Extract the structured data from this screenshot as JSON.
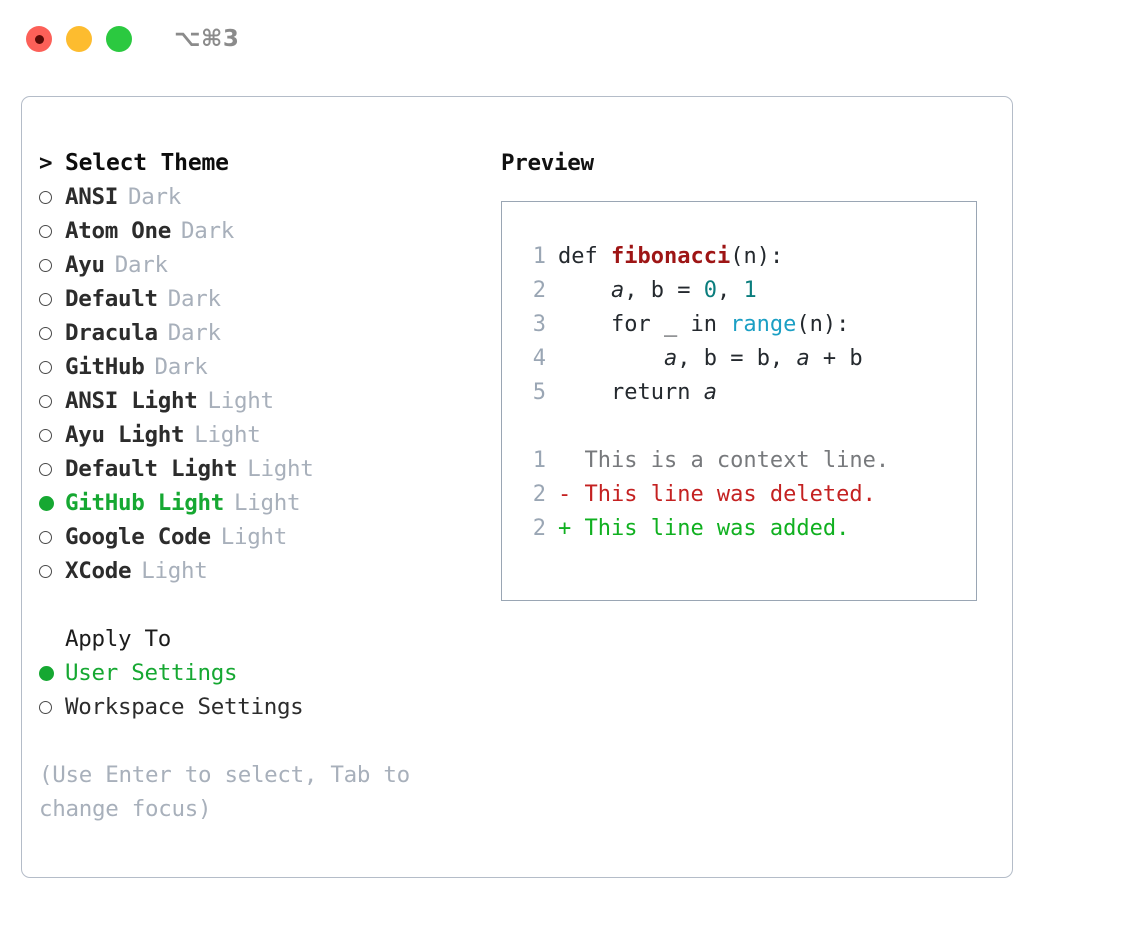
{
  "window": {
    "shortcut_label": "⌥⌘3",
    "traffic_lights": [
      {
        "name": "close",
        "color": "#fc6058"
      },
      {
        "name": "minimize",
        "color": "#fdbc2f"
      },
      {
        "name": "maximize",
        "color": "#2bc940"
      }
    ]
  },
  "colors": {
    "accent_green": "#16a832",
    "muted": "#a8b0bb",
    "border": "#b4bcc8",
    "preview_border": "#9aa6b4",
    "diff_add": "#10b020",
    "diff_del": "#c42121",
    "diff_ctx": "#77797c",
    "syntax_function": "#9e1515",
    "syntax_number": "#0a7d7d",
    "syntax_builtin": "#1b9fc4",
    "lineno": "#9aa6b4"
  },
  "theme_list": {
    "header": "Select Theme",
    "caret": ">",
    "items": [
      {
        "name": "ANSI",
        "kind": "Dark",
        "selected": false,
        "bullet": "○"
      },
      {
        "name": "Atom One",
        "kind": "Dark",
        "selected": false,
        "bullet": "○"
      },
      {
        "name": "Ayu",
        "kind": "Dark",
        "selected": false,
        "bullet": "○"
      },
      {
        "name": "Default",
        "kind": "Dark",
        "selected": false,
        "bullet": "○"
      },
      {
        "name": "Dracula",
        "kind": "Dark",
        "selected": false,
        "bullet": "○"
      },
      {
        "name": "GitHub",
        "kind": "Dark",
        "selected": false,
        "bullet": "○"
      },
      {
        "name": "ANSI Light",
        "kind": "Light",
        "selected": false,
        "bullet": "○"
      },
      {
        "name": "Ayu Light",
        "kind": "Light",
        "selected": false,
        "bullet": "○"
      },
      {
        "name": "Default Light",
        "kind": "Light",
        "selected": false,
        "bullet": "○"
      },
      {
        "name": "GitHub Light",
        "kind": "Light",
        "selected": true,
        "bullet": "●"
      },
      {
        "name": "Google Code",
        "kind": "Light",
        "selected": false,
        "bullet": "○"
      },
      {
        "name": "XCode",
        "kind": "Light",
        "selected": false,
        "bullet": "○"
      }
    ]
  },
  "apply_to": {
    "heading": "Apply To",
    "options": [
      {
        "label": "User Settings",
        "selected": true,
        "bullet": "●"
      },
      {
        "label": "Workspace Settings",
        "selected": false,
        "bullet": "○"
      }
    ]
  },
  "hint": "(Use Enter to select, Tab to change focus)",
  "preview": {
    "title": "Preview",
    "code_lines": [
      {
        "lineno": "1",
        "tokens": [
          {
            "text": "def ",
            "type": "kw"
          },
          {
            "text": "fibonacci",
            "type": "fn"
          },
          {
            "text": "(n):",
            "type": "punc"
          }
        ]
      },
      {
        "lineno": "2",
        "tokens": [
          {
            "text": "    ",
            "type": "punc"
          },
          {
            "text": "a",
            "type": "var"
          },
          {
            "text": ", ",
            "type": "punc"
          },
          {
            "text": "b",
            "type": "kw"
          },
          {
            "text": " = ",
            "type": "punc"
          },
          {
            "text": "0",
            "type": "num"
          },
          {
            "text": ", ",
            "type": "punc"
          },
          {
            "text": "1",
            "type": "num"
          }
        ]
      },
      {
        "lineno": "3",
        "tokens": [
          {
            "text": "    for _ in ",
            "type": "kw"
          },
          {
            "text": "range",
            "type": "builtin"
          },
          {
            "text": "(n):",
            "type": "punc"
          }
        ]
      },
      {
        "lineno": "4",
        "tokens": [
          {
            "text": "        ",
            "type": "punc"
          },
          {
            "text": "a",
            "type": "var"
          },
          {
            "text": ", b = b, ",
            "type": "kw"
          },
          {
            "text": "a",
            "type": "var"
          },
          {
            "text": " + b",
            "type": "kw"
          }
        ]
      },
      {
        "lineno": "5",
        "tokens": [
          {
            "text": "    return ",
            "type": "kw"
          },
          {
            "text": "a",
            "type": "var"
          }
        ]
      }
    ],
    "diff_lines": [
      {
        "lineno": "1",
        "sign": " ",
        "text": "This is a context line.",
        "kind": "context"
      },
      {
        "lineno": "2",
        "sign": "-",
        "text": "This line was deleted.",
        "kind": "deleted"
      },
      {
        "lineno": "2",
        "sign": "+",
        "text": "This line was added.",
        "kind": "added"
      }
    ]
  }
}
